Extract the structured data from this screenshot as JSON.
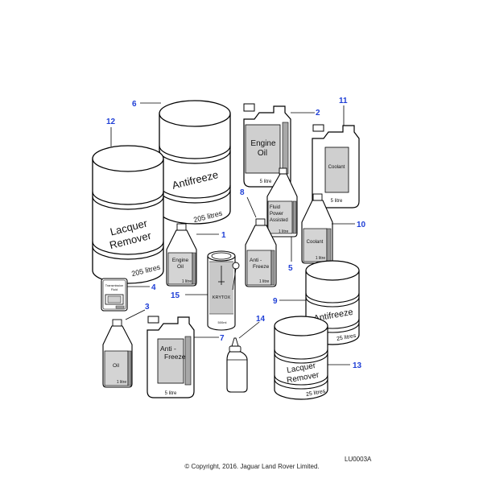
{
  "figure_id": "LU0003A",
  "copyright": "© Copyright, 2016. Jaguar Land Rover Limited.",
  "callouts": [
    "1",
    "2",
    "3",
    "4",
    "5",
    "6",
    "7",
    "8",
    "9",
    "10",
    "11",
    "12",
    "13",
    "14",
    "15"
  ],
  "products": {
    "antifreeze_drum": {
      "name": "Antifreeze",
      "volume": "205 litres"
    },
    "lacquer_drum": {
      "line1": "Lacquer",
      "line2": "Remover",
      "volume": "205 litres"
    },
    "engine_oil_can": {
      "line1": "Engine",
      "line2": "Oil",
      "volume": "5 litre"
    },
    "coolant_can": {
      "name": "Coolant",
      "volume": "5 litre"
    },
    "engine_oil_bottle": {
      "line1": "Engine",
      "line2": "Oil",
      "volume": "1 litre"
    },
    "power_steering_bottle": {
      "line1": "Fluid",
      "line2": "Power",
      "line3": "Assisted",
      "volume": "1 litre"
    },
    "antifreeze_bottle": {
      "line1": "Anti -",
      "line2": "Freeze",
      "volume": "1 litre"
    },
    "coolant_bottle": {
      "name": "Coolant",
      "volume": "1 litre"
    },
    "transmission_fluid": {
      "line1": "Transmission",
      "line2": "Fluid"
    },
    "krytox_tin": {
      "name": "KRYTOX",
      "volume": "500ml"
    },
    "oil_bottle": {
      "name": "Oil",
      "volume": "1 litre"
    },
    "antifreeze_can": {
      "line1": "Anti -",
      "line2": "Freeze",
      "volume": "5 litre"
    },
    "antifreeze_tub": {
      "name": "Antifreeze",
      "volume": "25 litres"
    },
    "lacquer_tub": {
      "line1": "Lacquer",
      "line2": "Remover",
      "volume": "25 litres"
    }
  }
}
